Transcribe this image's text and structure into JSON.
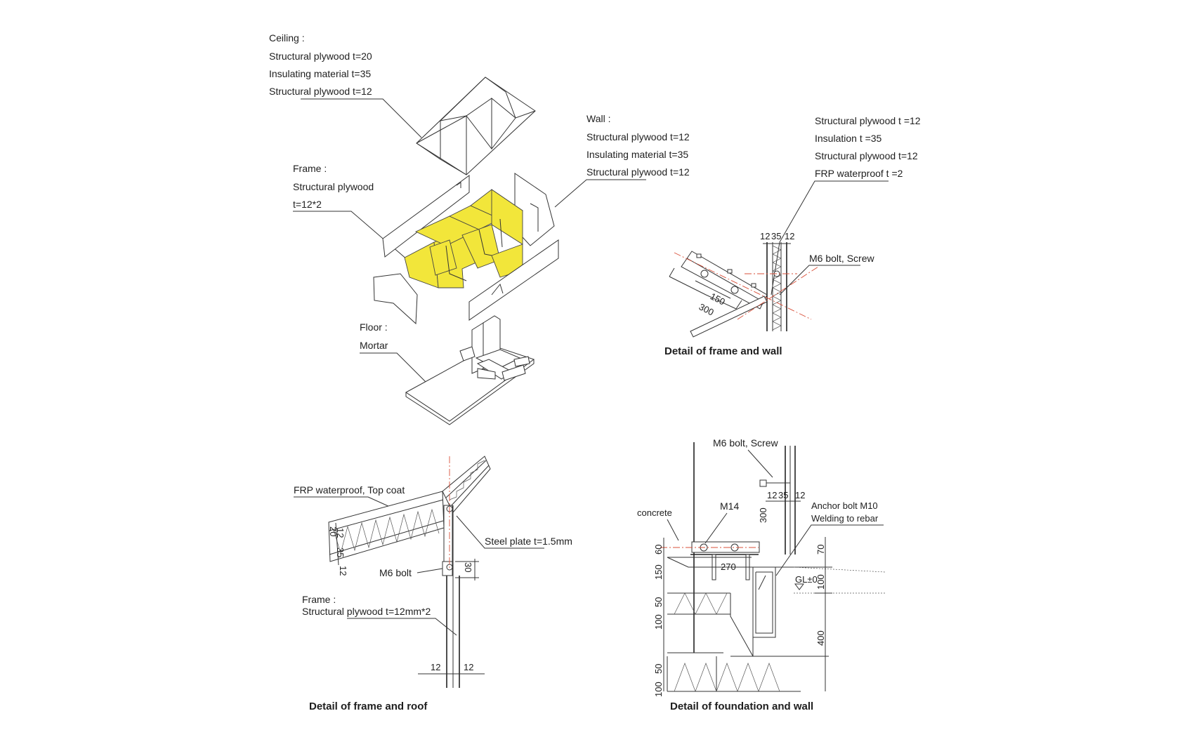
{
  "exploded": {
    "ceiling": {
      "heading": "Ceiling :",
      "lines": [
        "Structural plywood t=20",
        "Insulating material t=35",
        "Structural plywood t=12"
      ]
    },
    "frame": {
      "heading": "Frame :",
      "lines": [
        "Structural plywood",
        "t=12*2"
      ]
    },
    "wall": {
      "heading": "Wall :",
      "lines": [
        "Structural plywood t=12",
        "Insulating material t=35",
        "Structural plywood t=12"
      ]
    },
    "floor": {
      "heading": "Floor :",
      "lines": [
        "Mortar"
      ]
    }
  },
  "detail_frame_wall": {
    "title": "Detail of frame and wall",
    "layers": [
      "Structural plywood  t =12",
      "Insulation  t =35",
      "Structural plywood  t=12",
      "FRP waterproof  t =2"
    ],
    "bolt": "M6 bolt, Screw",
    "dims": [
      "12",
      "35",
      "12",
      "150",
      "300"
    ]
  },
  "detail_frame_roof": {
    "title": "Detail of frame and roof",
    "waterproof": "FRP waterproof, Top coat",
    "steel_plate": "Steel plate t=1.5mm",
    "bolt": "M6 bolt",
    "frame_heading": "Frame :",
    "frame_line": "Structural plywood t=12mm*2",
    "dims": [
      "20",
      "12",
      "35",
      "12",
      "30",
      "12",
      "12"
    ]
  },
  "detail_foundation_wall": {
    "title": "Detail of foundation and wall",
    "bolt": "M6 bolt, Screw",
    "concrete": "concrete",
    "m14": "M14",
    "anchor": "Anchor bolt M10",
    "welding": "Welding to rebar",
    "gl": "GL±0",
    "dims_top": [
      "12",
      "35",
      "12"
    ],
    "dims": [
      "300",
      "60",
      "70",
      "150",
      "270",
      "100",
      "50",
      "100",
      "400",
      "50",
      "100"
    ]
  },
  "colors": {
    "frame_fill": "#f2e63a",
    "centerline": "#d9503a",
    "ink": "#222222"
  }
}
